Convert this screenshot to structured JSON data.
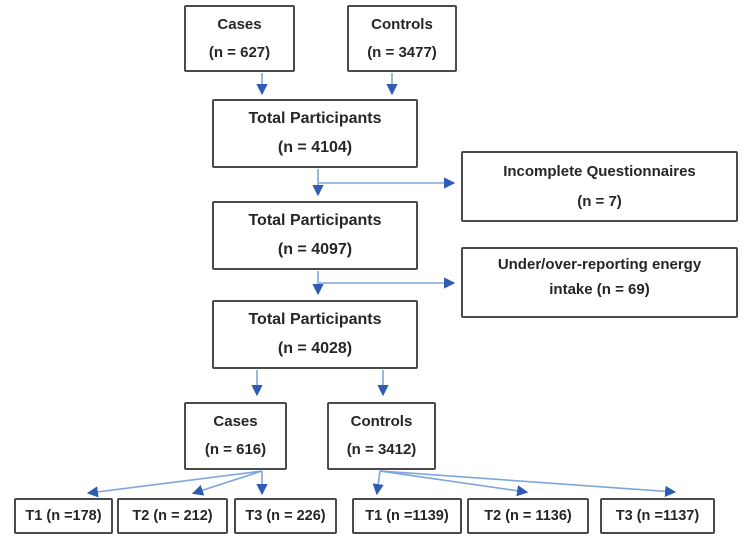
{
  "figure_type": "participant-flow-diagram",
  "colors": {
    "line": "#7ea6dc",
    "arrowhead": "#2f5cb3",
    "border": "#4a4a4a",
    "text": "#262626",
    "bg": "#ffffff"
  },
  "boxes": {
    "cases_top": {
      "lines": [
        "Cases",
        "(n = 627)"
      ]
    },
    "controls_top": {
      "lines": [
        "Controls",
        "(n = 3477)"
      ]
    },
    "total_1": {
      "lines": [
        "Total Participants",
        "(n = 4104)"
      ]
    },
    "incomplete": {
      "lines": [
        "Incomplete Questionnaires",
        "(n = 7)"
      ]
    },
    "total_2": {
      "lines": [
        "Total Participants",
        "(n = 4097)"
      ]
    },
    "under_over": {
      "lines": [
        "Under/over-reporting energy",
        "intake (n = 69)"
      ]
    },
    "total_3": {
      "lines": [
        "Total Participants",
        "(n = 4028)"
      ]
    },
    "cases_bottom": {
      "lines": [
        "Cases",
        "(n = 616)"
      ]
    },
    "controls_bottom": {
      "lines": [
        "Controls",
        "(n = 3412)"
      ]
    },
    "t1_cases": {
      "label": "T1 (n =178)"
    },
    "t2_cases": {
      "label": "T2 (n = 212)"
    },
    "t3_cases": {
      "label": "T3 (n = 226)"
    },
    "t1_controls": {
      "label": "T1 (n =1139)"
    },
    "t2_controls": {
      "label": "T2 (n = 1136)"
    },
    "t3_controls": {
      "label": "T3 (n =1137)"
    }
  }
}
